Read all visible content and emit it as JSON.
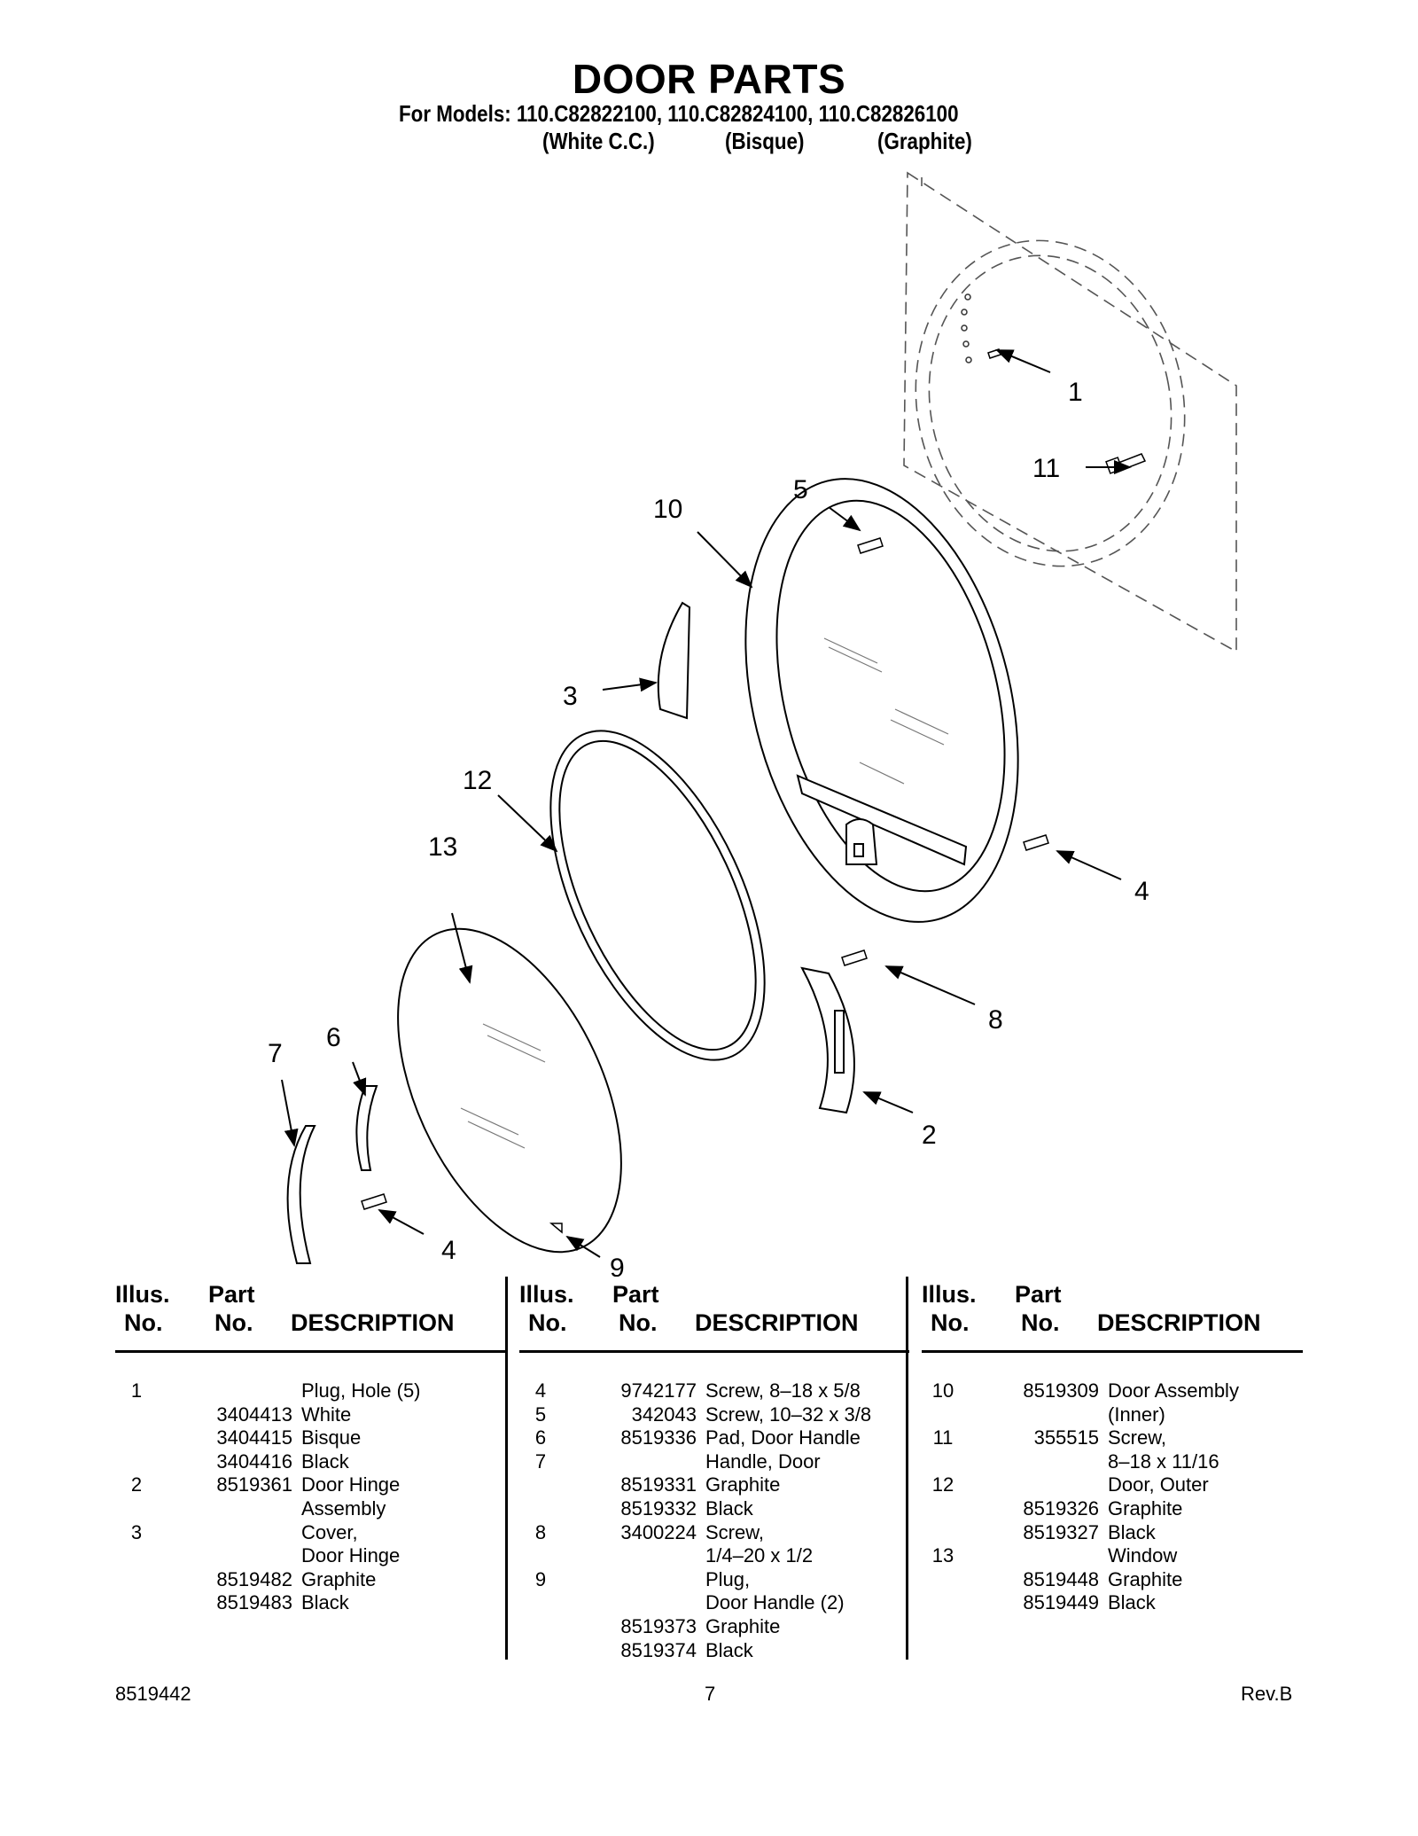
{
  "header": {
    "title": "DOOR PARTS",
    "models_line": "For Models: 110.C82822100, 110.C82824100, 110.C82826100",
    "color_white": "(White C.C.)",
    "color_bisque": "(Bisque)",
    "color_graphite": "(Graphite)"
  },
  "callouts": [
    "1",
    "2",
    "3",
    "4",
    "4",
    "5",
    "6",
    "7",
    "8",
    "9",
    "10",
    "11",
    "12",
    "13"
  ],
  "table_headers": {
    "illus_line1": "Illus.",
    "illus_line2": "No.",
    "part_line1": "Part",
    "part_line2": "No.",
    "description": "DESCRIPTION"
  },
  "columns": [
    [
      {
        "no": "1",
        "part": "",
        "desc": "Plug, Hole (5)"
      },
      {
        "no": "",
        "part": "3404413",
        "desc": "White"
      },
      {
        "no": "",
        "part": "3404415",
        "desc": "Bisque"
      },
      {
        "no": "",
        "part": "3404416",
        "desc": "Black"
      },
      {
        "no": "2",
        "part": "8519361",
        "desc": "Door Hinge"
      },
      {
        "no": "",
        "part": "",
        "desc": "Assembly"
      },
      {
        "no": "3",
        "part": "",
        "desc": "Cover,"
      },
      {
        "no": "",
        "part": "",
        "desc": "Door Hinge"
      },
      {
        "no": "",
        "part": "8519482",
        "desc": "Graphite"
      },
      {
        "no": "",
        "part": "8519483",
        "desc": "Black"
      }
    ],
    [
      {
        "no": "4",
        "part": "9742177",
        "desc": "Screw, 8–18 x 5/8"
      },
      {
        "no": "5",
        "part": "342043",
        "desc": "Screw, 10–32 x 3/8"
      },
      {
        "no": "6",
        "part": "8519336",
        "desc": "Pad, Door Handle"
      },
      {
        "no": "7",
        "part": "",
        "desc": "Handle, Door"
      },
      {
        "no": "",
        "part": "8519331",
        "desc": "Graphite"
      },
      {
        "no": "",
        "part": "8519332",
        "desc": "Black"
      },
      {
        "no": "8",
        "part": "3400224",
        "desc": "Screw,"
      },
      {
        "no": "",
        "part": "",
        "desc": "1/4–20 x 1/2"
      },
      {
        "no": "9",
        "part": "",
        "desc": "Plug,"
      },
      {
        "no": "",
        "part": "",
        "desc": "Door Handle (2)"
      },
      {
        "no": "",
        "part": "8519373",
        "desc": "Graphite"
      },
      {
        "no": "",
        "part": "8519374",
        "desc": "Black"
      }
    ],
    [
      {
        "no": "10",
        "part": "8519309",
        "desc": "Door Assembly"
      },
      {
        "no": "",
        "part": "",
        "desc": "(Inner)"
      },
      {
        "no": "11",
        "part": "355515",
        "desc": "Screw,"
      },
      {
        "no": "",
        "part": "",
        "desc": "8–18 x 11/16"
      },
      {
        "no": "12",
        "part": "",
        "desc": "Door, Outer"
      },
      {
        "no": "",
        "part": "8519326",
        "desc": "Graphite"
      },
      {
        "no": "",
        "part": "8519327",
        "desc": "Black"
      },
      {
        "no": "13",
        "part": "",
        "desc": "Window"
      },
      {
        "no": "",
        "part": "8519448",
        "desc": "Graphite"
      },
      {
        "no": "",
        "part": "8519449",
        "desc": "Black"
      }
    ]
  ],
  "footer": {
    "doc_number": "8519442",
    "page_number": "7",
    "revision": "Rev.B"
  }
}
